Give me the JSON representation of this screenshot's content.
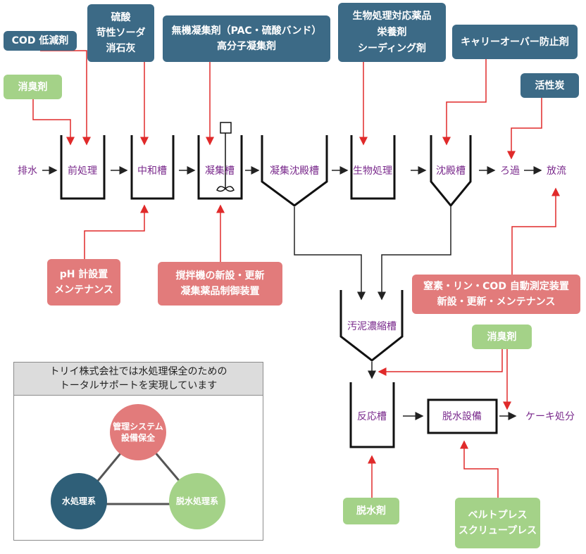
{
  "flow": {
    "wastewater": "排水",
    "pretreatment": "前処理",
    "neutralization": "中和槽",
    "coagulation": "凝集槽",
    "coag_sedimentation": "凝集沈殿槽",
    "bio_treatment": "生物処理",
    "sedimentation": "沈殿槽",
    "filtration": "ろ過",
    "discharge": "放流",
    "sludge_thickener": "汚泥濃縮槽",
    "reaction_tank": "反応槽",
    "dewatering": "脱水設備",
    "cake_disposal": "ケーキ処分"
  },
  "tags": {
    "cod_reducer": [
      "COD 低減剤"
    ],
    "deodorant_top": [
      "消臭剤"
    ],
    "acid_alkali": [
      "硫酸",
      "苛性ソーダ",
      "消石灰"
    ],
    "coagulants": [
      "無機凝集剤（PAC・硫酸バンド）",
      "高分子凝集剤"
    ],
    "bio_chem": [
      "生物処理対応薬品",
      "栄養剤",
      "シーディング剤"
    ],
    "carryover": [
      "キャリーオーバー防止剤"
    ],
    "activated_carbon": [
      "活性炭"
    ],
    "ph_meter": [
      "pH 計設置",
      "メンテナンス"
    ],
    "mixer": [
      "撹拌機の新設・更新",
      "凝集薬品制御装置"
    ],
    "auto_measure": [
      "窒素・リン・COD 自動測定装置",
      "新設・更新・メンテナンス"
    ],
    "deodorant_bottom": [
      "消臭剤"
    ],
    "dewatering_agent": [
      "脱水剤"
    ],
    "press": [
      "ベルトプレス",
      "スクリュープレス"
    ]
  },
  "summary": {
    "lines": [
      "トリイ株式会社では水処理保全のための",
      "トータルサポートを実現しています"
    ],
    "mgmt": [
      "管理システム",
      "設備保全"
    ],
    "water": [
      "水処理系"
    ],
    "dewater": [
      "脱水処理系"
    ]
  },
  "colors": {
    "blue": "#3c6a86",
    "red": "#e27b7b",
    "green": "#a4d288",
    "label": "#7a2a8c",
    "connector": "#e02a2a"
  }
}
